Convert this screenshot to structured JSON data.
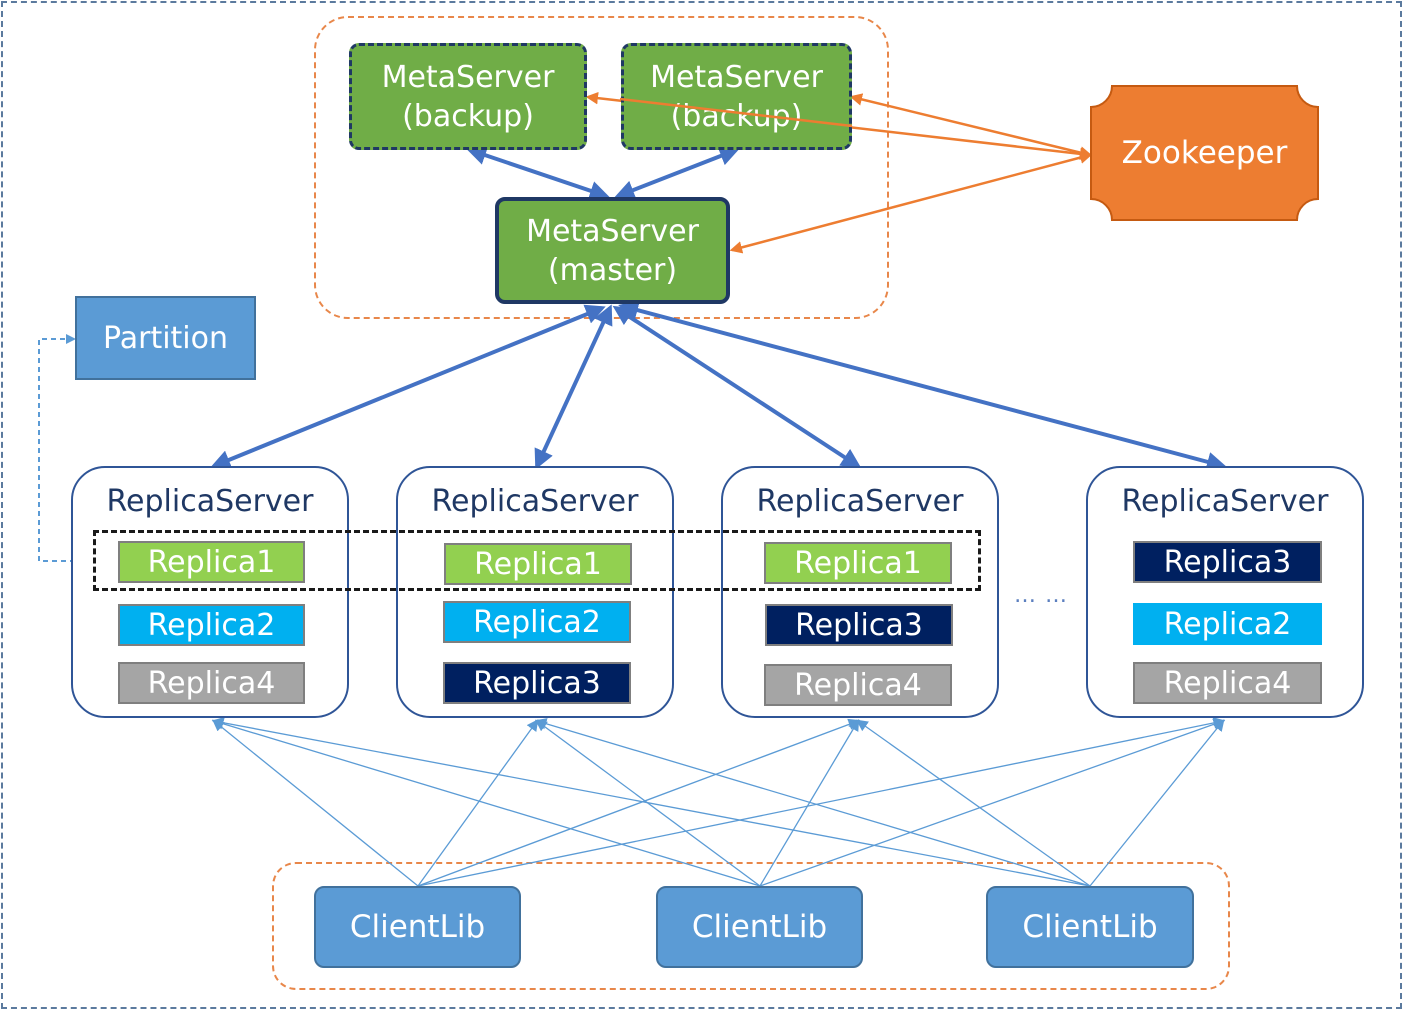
{
  "metaservers": {
    "backup_left": "MetaServer\n(backup)",
    "backup_right": "MetaServer\n(backup)",
    "master": "MetaServer\n(master)"
  },
  "zookeeper": "Zookeeper",
  "partition": "Partition",
  "replica_servers": [
    {
      "title": "ReplicaServer",
      "replicas": [
        {
          "label": "Replica1",
          "kind": "r1"
        },
        {
          "label": "Replica2",
          "kind": "r2"
        },
        {
          "label": "Replica4",
          "kind": "r4"
        }
      ]
    },
    {
      "title": "ReplicaServer",
      "replicas": [
        {
          "label": "Replica1",
          "kind": "r1"
        },
        {
          "label": "Replica2",
          "kind": "r2"
        },
        {
          "label": "Replica3",
          "kind": "r3"
        }
      ]
    },
    {
      "title": "ReplicaServer",
      "replicas": [
        {
          "label": "Replica1",
          "kind": "r1"
        },
        {
          "label": "Replica3",
          "kind": "r3"
        },
        {
          "label": "Replica4",
          "kind": "r4"
        }
      ]
    },
    {
      "title": "ReplicaServer",
      "replicas": [
        {
          "label": "Replica3",
          "kind": "r3"
        },
        {
          "label": "Replica2",
          "kind": "r2"
        },
        {
          "label": "Replica4",
          "kind": "r4"
        }
      ]
    }
  ],
  "ellipsis": "… …",
  "clients": [
    "ClientLib",
    "ClientLib",
    "ClientLib"
  ],
  "colors": {
    "meta_green": "#70ad47",
    "zookeeper_orange": "#ed7d31",
    "link_blue": "#4472c4",
    "orange_link": "#ed7d31",
    "replica1": "#92d050",
    "replica2": "#00b0f0",
    "replica3": "#002060",
    "replica4": "#a5a5a5",
    "client_blue": "#5b9bd5"
  }
}
